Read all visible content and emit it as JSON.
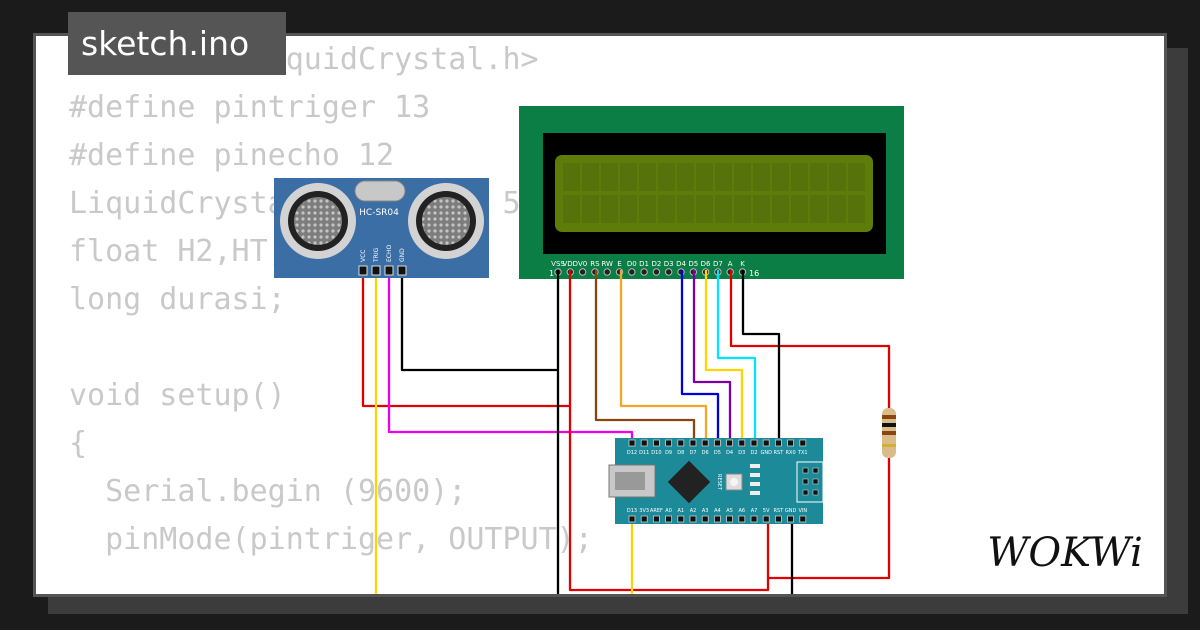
{
  "file_tab": {
    "label": "sketch.ino"
  },
  "code_lines": [
    "#include <LiquidCrystal.h>",
    "#define pintriger 13",
    "#define pinecho 12",
    "LiquidCrystal lcd(7, 6, 5, 4, 3, 2);",
    "float H2,HT, H1;",
    "long durasi;",
    "",
    "void setup()",
    "{",
    "  Serial.begin (9600);",
    "  pinMode(pintriger, OUTPUT);"
  ],
  "ultrasonic": {
    "model": "HC-SR04",
    "pins": [
      "VCC",
      "TRIG",
      "ECHO",
      "GND"
    ]
  },
  "lcd": {
    "pins": [
      "VSS",
      "VDD",
      "V0",
      "RS",
      "RW",
      "E",
      "D0",
      "D1",
      "D2",
      "D3",
      "D4",
      "D5",
      "D6",
      "D7",
      "A",
      "K"
    ],
    "pin_first": "1",
    "pin_last": "16"
  },
  "nano": {
    "top_pins": [
      "D12",
      "D11",
      "D10",
      "D9",
      "D8",
      "D7",
      "D6",
      "D5",
      "D4",
      "D3",
      "D2",
      "GND",
      "RST",
      "RX0",
      "TX1"
    ],
    "bottom_pins": [
      "D13",
      "3V3",
      "AREF",
      "A0",
      "A1",
      "A2",
      "A3",
      "A4",
      "A5",
      "A6",
      "A7",
      "5V",
      "RST",
      "GND",
      "VIN"
    ],
    "reset_label": "RESET"
  },
  "brand": {
    "name": "WOKWi"
  },
  "colors": {
    "wire_red": "#e00000",
    "wire_black": "#000000",
    "wire_yellow": "#ffd400",
    "wire_magenta": "#ee00ee",
    "wire_brown": "#8b4513",
    "wire_orange": "#f5a623",
    "wire_blue": "#0000dd",
    "wire_purple": "#7b00a8",
    "wire_cyan": "#00e5ff",
    "lcd_board": "#0a7e45",
    "lcd_screen": "#5e7c0a",
    "sensor_board": "#3a6ea5",
    "nano_board": "#1d8a99"
  }
}
